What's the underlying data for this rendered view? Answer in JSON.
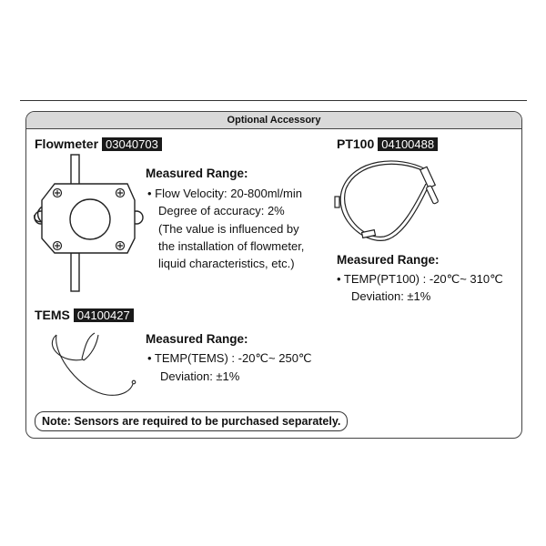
{
  "header": {
    "title": "Optional Accessory"
  },
  "flowmeter": {
    "name": "Flowmeter",
    "code": "03040703",
    "range_heading": "Measured Range:",
    "lines": [
      "•  Flow Velocity: 20-800ml/min",
      "Degree of accuracy: 2%",
      "(The value is influenced by",
      "the installation of flowmeter,",
      "liquid characteristics, etc.)"
    ]
  },
  "pt100": {
    "name": "PT100",
    "code": "04100488",
    "range_heading": "Measured Range:",
    "lines": [
      "•  TEMP(PT100) : -20℃~ 310℃",
      "Deviation: ±1%"
    ]
  },
  "tems": {
    "name": "TEMS",
    "code": "04100427",
    "range_heading": "Measured Range:",
    "lines": [
      "•  TEMP(TEMS) : -20℃~ 250℃",
      "Deviation: ±1%"
    ]
  },
  "note": "Note: Sensors are required to be purchased separately."
}
